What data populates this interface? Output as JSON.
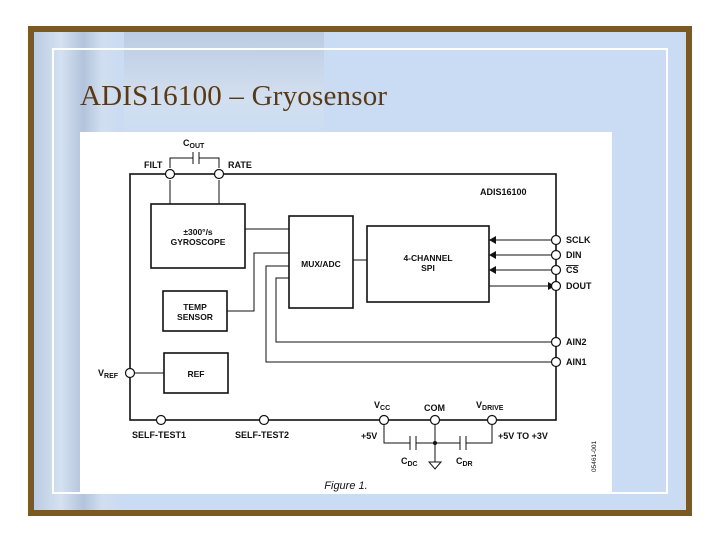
{
  "slide": {
    "title": "ADIS16100 – Gryosensor"
  },
  "diagram": {
    "chip_name": "ADIS16100",
    "blocks": {
      "gyro_line1": "±300°/s",
      "gyro_line2": "GYROSCOPE",
      "temp_line1": "TEMP",
      "temp_line2": "SENSOR",
      "ref": "REF",
      "mux": "MUX/ADC",
      "spi_line1": "4-CHANNEL",
      "spi_line2": "SPI"
    },
    "pins": {
      "filt": "FILT",
      "rate": "RATE",
      "cout": "C",
      "cout_sub": "OUT",
      "sclk": "SCLK",
      "din": "DIN",
      "cs": "CS",
      "dout": "DOUT",
      "ain2": "AIN2",
      "ain1": "AIN1",
      "vref": "V",
      "vref_sub": "REF",
      "self_test1": "SELF-TEST1",
      "self_test2": "SELF-TEST2",
      "vcc": "V",
      "vcc_sub": "CC",
      "com": "COM",
      "vdrive": "V",
      "vdrive_sub": "DRIVE",
      "plus5v": "+5V",
      "plus5v_to_3v": "+5V TO +3V",
      "cdc": "C",
      "cdc_sub": "DC",
      "cdr": "C",
      "cdr_sub": "DR"
    },
    "code": "05461-001",
    "caption": "Figure 1."
  }
}
